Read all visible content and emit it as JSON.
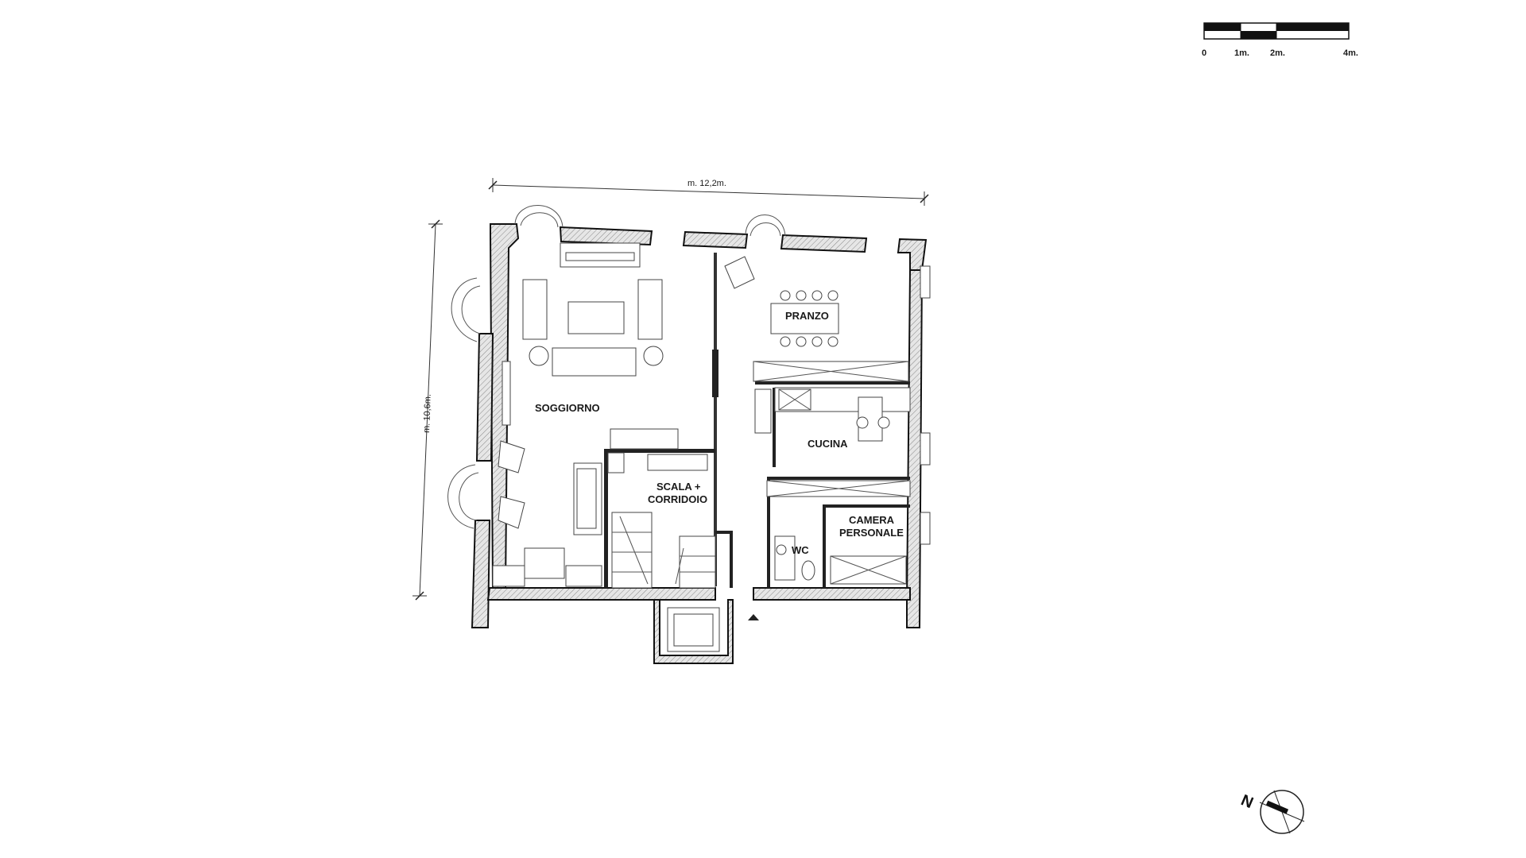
{
  "plan": {
    "rooms": {
      "soggiorno": "SOGGIORNO",
      "pranzo": "PRANZO",
      "cucina": "CUCINA",
      "scala_line1": "SCALA +",
      "scala_line2": "CORRIDOIO",
      "wc": "WC",
      "camera_line1": "CAMERA",
      "camera_line2": "PERSONALE"
    },
    "dimensions": {
      "width": "m. 12,2m.",
      "height": "m. 10,6m."
    },
    "scale_bar": {
      "labels": [
        "0",
        "1m.",
        "2m.",
        "4m."
      ]
    },
    "north": {
      "label": "N"
    }
  }
}
